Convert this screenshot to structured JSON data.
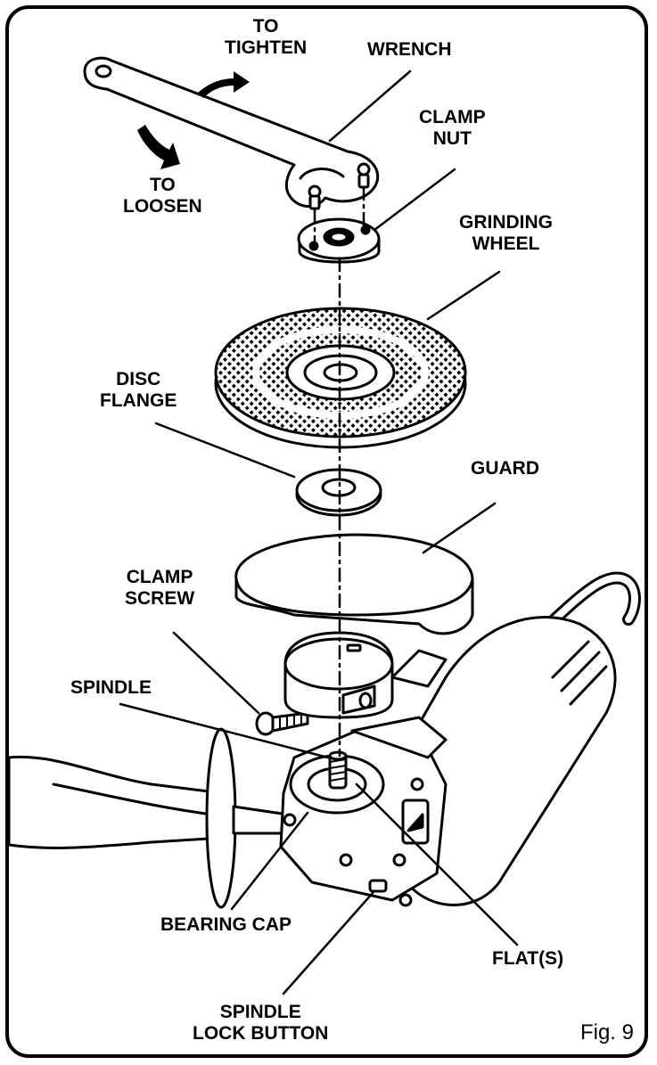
{
  "labels": {
    "to_tighten": [
      "TO",
      "TIGHTEN"
    ],
    "wrench": "WRENCH",
    "clamp_nut": [
      "CLAMP",
      "NUT"
    ],
    "to_loosen": [
      "TO",
      "LOOSEN"
    ],
    "grinding_wheel": [
      "GRINDING",
      "WHEEL"
    ],
    "disc_flange": [
      "DISC",
      "FLANGE"
    ],
    "guard": "GUARD",
    "clamp_screw": [
      "CLAMP",
      "SCREW"
    ],
    "spindle": "SPINDLE",
    "bearing_cap": "BEARING CAP",
    "flats": "FLAT(S)",
    "spindle_lock_button": [
      "SPINDLE",
      "LOCK BUTTON"
    ]
  },
  "figure_caption": "Fig. 9",
  "colors": {
    "ink": "#000000",
    "paper": "#ffffff",
    "tool_body": "#ffffff"
  }
}
